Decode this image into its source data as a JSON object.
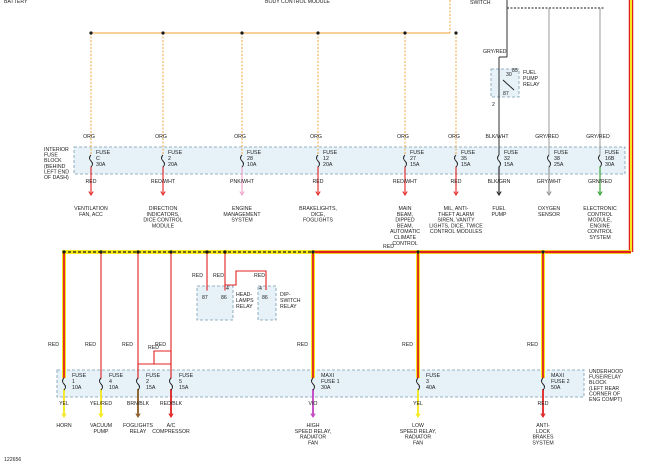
{
  "top_cut": {
    "left": "BATTERY",
    "middle": "BODY CONTROL MODULE",
    "switch": "SWITCH"
  },
  "fuse_pump_relay": {
    "label": [
      "FUEL",
      "PUMP",
      "RELAY"
    ],
    "wire": "GRY/RED",
    "pins": [
      "30",
      "87",
      "85",
      "2"
    ]
  },
  "interior_block": {
    "label": [
      "INTERIOR",
      "FUSE",
      "BLOCK",
      "(BEHIND",
      "LEFT END",
      "OF DASH)"
    ],
    "circuits": [
      {
        "in_wire": "ORG",
        "fuse": "FUSE",
        "fuse_no": "C",
        "amps": "30A",
        "out_wire": "RED",
        "dest": [
          "VENTILATION",
          "FAN, ACC"
        ]
      },
      {
        "in_wire": "ORG",
        "fuse": "FUSE",
        "fuse_no": "2",
        "amps": "20A",
        "out_wire": "RED/WHT",
        "dest": [
          "DIRECTION",
          "INDICATORS,",
          "DICE CONTROL",
          "MODULE"
        ]
      },
      {
        "in_wire": "ORG",
        "fuse": "FUSE",
        "fuse_no": "28",
        "amps": "10A",
        "out_wire": "PNK/WHT",
        "dest": [
          "ENGINE",
          "MANAGEMENT",
          "SYSTEM"
        ]
      },
      {
        "in_wire": "ORG",
        "fuse": "FUSE",
        "fuse_no": "12",
        "amps": "20A",
        "out_wire": "RED",
        "dest": [
          "BRAKELIGHTS,",
          "DICE,",
          "FOGLIGHTS"
        ]
      },
      {
        "in_wire": "ORG",
        "fuse": "FUSE",
        "fuse_no": "27",
        "amps": "15A",
        "out_wire": "RED/WHT",
        "dest": [
          "MAIN",
          "BEAM,",
          "DIPPED",
          "BEAM,",
          "AUTOMATIC",
          "CLIMATE",
          "CONTROL"
        ]
      },
      {
        "in_wire": "ORG",
        "fuse": "FUSE",
        "fuse_no": "35",
        "amps": "15A",
        "out_wire": "RED",
        "dest": [
          "MIL, ANTI-",
          "THEFT ALARM",
          "SIREN, VANITY",
          "LIGHTS, DICE, TWICE",
          "CONTROL MODULES"
        ]
      },
      {
        "in_wire": "BLK/WHT",
        "fuse": "FUSE",
        "fuse_no": "32",
        "amps": "15A",
        "out_wire": "BLK/GRN",
        "dest": [
          "FUEL",
          "PUMP"
        ]
      },
      {
        "in_wire": "GRY/RED",
        "fuse": "FUSE",
        "fuse_no": "38",
        "amps": "25A",
        "out_wire": "GRY/WHT",
        "dest": [
          "OXYGEN",
          "SENSOR"
        ]
      },
      {
        "in_wire": "GRY/RED",
        "fuse": "FUSE",
        "fuse_no": "16B",
        "amps": "30A",
        "out_wire": "GRN/RED",
        "dest": [
          "ELECTRONIC",
          "CONTROL",
          "MODULE,",
          "ENGINE",
          "CONTROL",
          "SYSTEM"
        ]
      }
    ]
  },
  "bus": {
    "wire": "RED"
  },
  "relays": {
    "headlamps": {
      "label": [
        "HEAD-",
        "LAMPS",
        "RELAY"
      ],
      "pins": [
        "87",
        "86"
      ],
      "wires": [
        "RED",
        "RED"
      ],
      "pin_no": "4"
    },
    "dip_switch": {
      "label": [
        "DIP-",
        "SWITCH",
        "RELAY"
      ],
      "pins": [
        "86"
      ],
      "wires": [
        "RED"
      ],
      "pin_no": "4"
    }
  },
  "underhood_block": {
    "label": [
      "UNDERHOOD",
      "FUSE/RELAY",
      "BLOCK",
      "(LEFT REAR",
      "CORNER OF",
      "ENG COMPT)"
    ],
    "circuits": [
      {
        "in_wire": "RED",
        "fuse": "FUSE",
        "fuse_no": "1",
        "amps": "10A",
        "out_wire": "YEL",
        "dest": [
          "HORN"
        ]
      },
      {
        "in_wire": "RED",
        "fuse": "FUSE",
        "fuse_no": "4",
        "amps": "10A",
        "out_wire": "YEL/RED",
        "dest": [
          "VACUUM",
          "PUMP"
        ]
      },
      {
        "in_wire": "RED",
        "fuse": "FUSE",
        "fuse_no": "2",
        "amps": "15A",
        "out_wire": "BRN/BLK",
        "dest": [
          "FOGLIGHTS",
          "RELAY"
        ]
      },
      {
        "in_wire": "RED",
        "fuse": "FUSE",
        "fuse_no": "5",
        "amps": "15A",
        "out_wire": "RED/BLK",
        "dest": [
          "A/C",
          "COMPRESSOR"
        ]
      },
      {
        "in_wire": "RED",
        "fuse": "MAXI",
        "fuse_no": "FUSE 1",
        "amps": "30A",
        "out_wire": "VIO",
        "dest": [
          "HIGH",
          "SPEED RELAY,",
          "RADIATOR",
          "FAN"
        ]
      },
      {
        "in_wire": "RED",
        "fuse": "FUSE",
        "fuse_no": "3",
        "amps": "40A",
        "out_wire": "YEL",
        "dest": [
          "LOW",
          "SPEED RELAY,",
          "RADIATOR",
          "FAN"
        ]
      },
      {
        "in_wire": "RED",
        "fuse": "MAXI",
        "fuse_no": "FUSE 2",
        "amps": "50A",
        "out_wire": "RED",
        "dest": [
          "ANTI-",
          "LOCK",
          "BRAKES",
          "SYSTEM"
        ]
      }
    ]
  },
  "foglights_red": "RED",
  "figure_id": "122656",
  "colors": {
    "orange": "#f0a030",
    "red": "#e02020",
    "yellow": "#f5e81c",
    "black": "#1a1a1a",
    "pink": "#f0a0c8",
    "green": "#2a9a2a",
    "violet": "#c040c0",
    "block_fill": "#e6f1f8"
  }
}
